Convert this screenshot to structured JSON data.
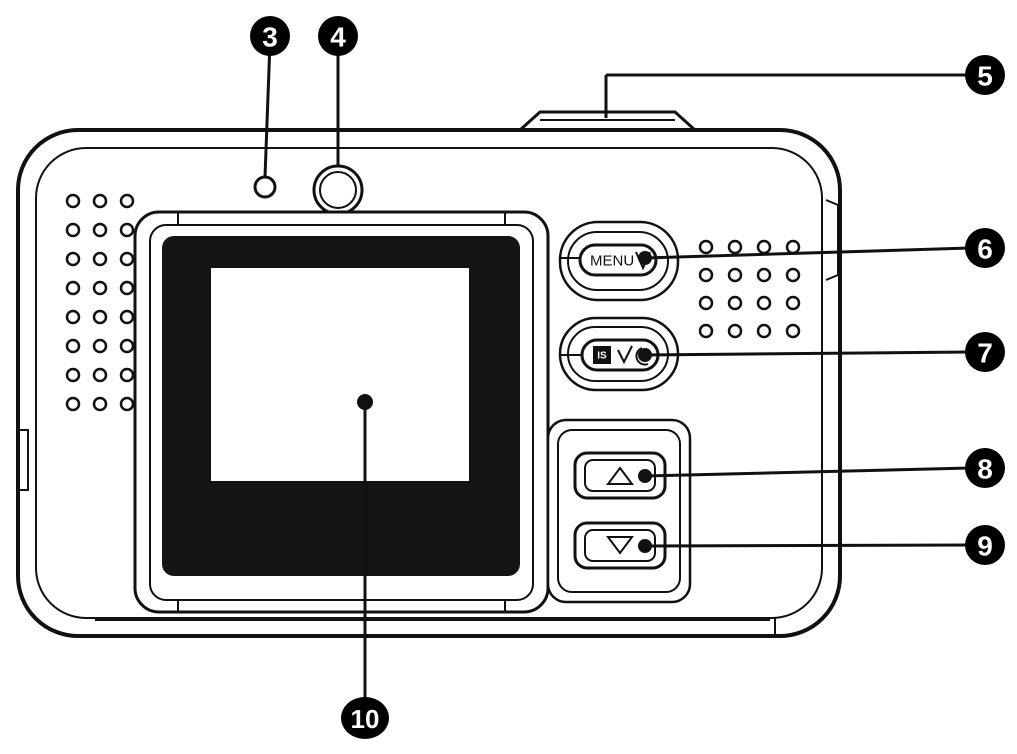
{
  "diagram": {
    "callouts": [
      {
        "id": "3",
        "label": "3"
      },
      {
        "id": "4",
        "label": "4"
      },
      {
        "id": "5",
        "label": "5"
      },
      {
        "id": "6",
        "label": "6"
      },
      {
        "id": "7",
        "label": "7"
      },
      {
        "id": "8",
        "label": "8"
      },
      {
        "id": "9",
        "label": "9"
      },
      {
        "id": "10",
        "label": "10"
      }
    ],
    "buttons": {
      "menu_label": "MENU",
      "is_badge": "IS"
    },
    "colors": {
      "line": "#111111",
      "screen_bezel": "#151515",
      "screen": "#ffffff",
      "callout_fill": "#000000"
    }
  }
}
